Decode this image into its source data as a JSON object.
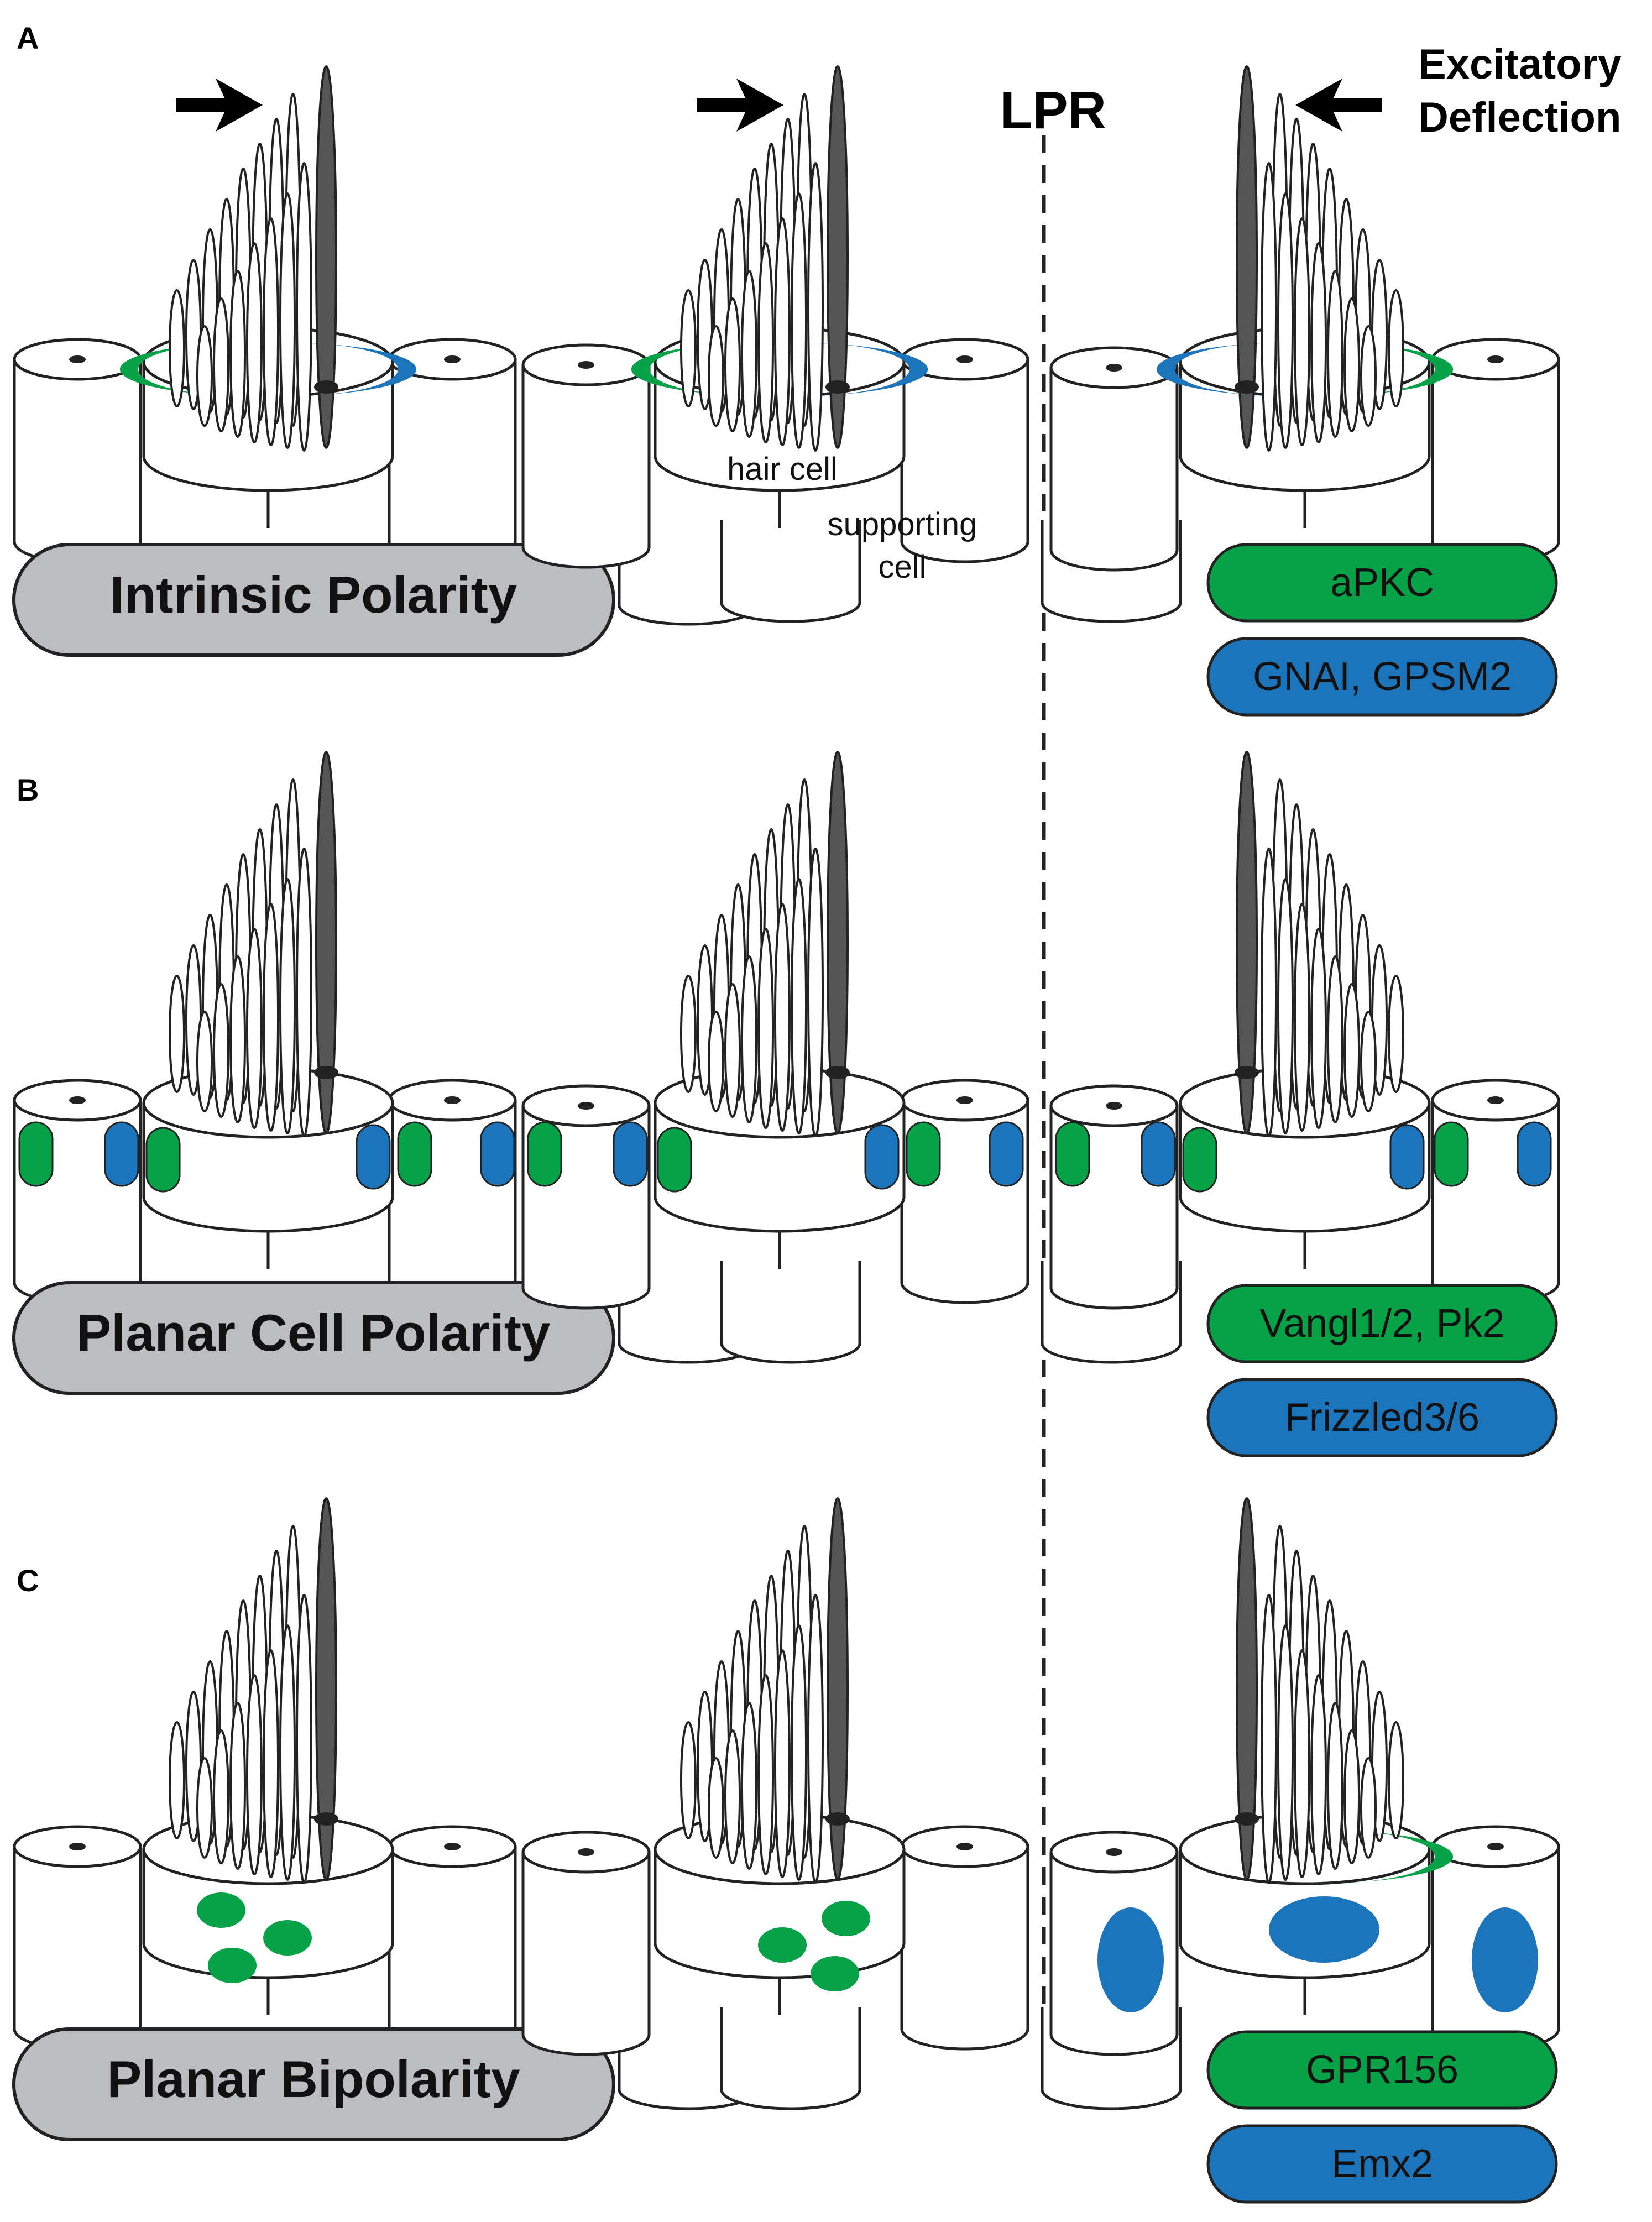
{
  "panels": [
    {
      "letter": "A",
      "category": "Intrinsic Polarity",
      "legend_green": "aPKC",
      "legend_blue": "GNAI, GPSM2"
    },
    {
      "letter": "B",
      "category": "Planar Cell Polarity",
      "legend_green": "Vangl1/2, Pk2",
      "legend_blue": "Frizzled3/6"
    },
    {
      "letter": "C",
      "category": "Planar Bipolarity",
      "legend_green": "GPR156",
      "legend_blue": "Emx2"
    }
  ],
  "lpr_label": "LPR",
  "deflection_label": [
    "Excitatory",
    "Deflection"
  ],
  "hair_cell_label": "hair cell",
  "supporting_cell_label": [
    "supporting",
    "cell"
  ],
  "colors": {
    "green": "#07a148",
    "blue": "#1c74bb",
    "grey": "#bcbdc0",
    "kinocilium": "#555555"
  }
}
